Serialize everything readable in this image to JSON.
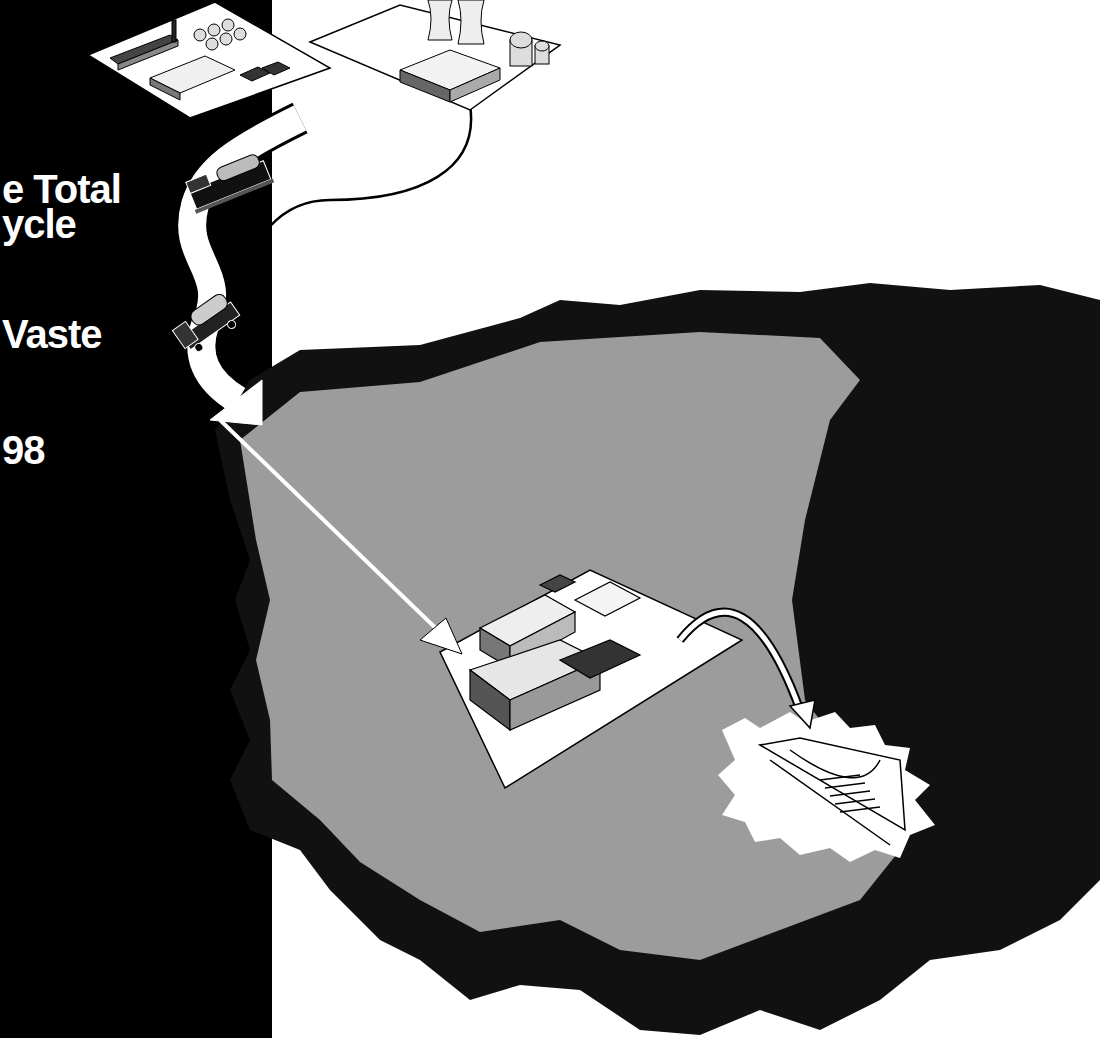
{
  "diagram": {
    "labels": [
      "e Total",
      "ycle",
      "Vaste",
      "98"
    ]
  }
}
